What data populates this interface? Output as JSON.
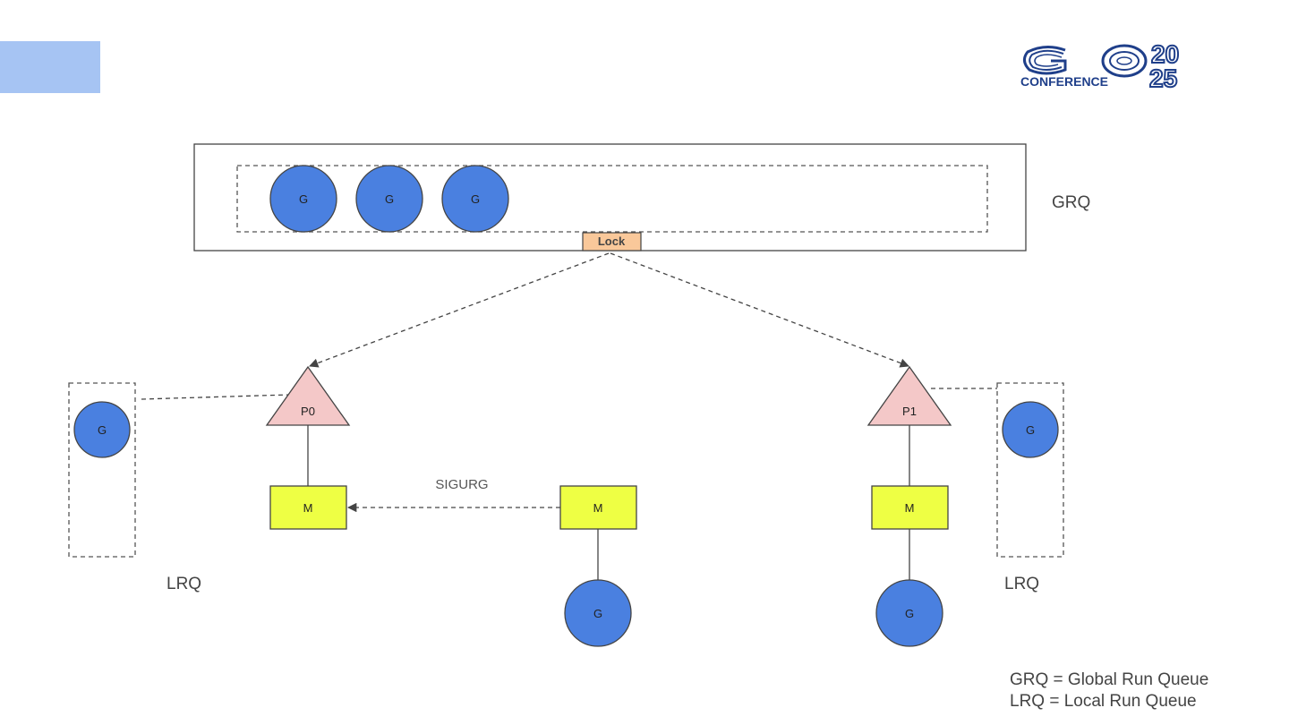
{
  "logo": {
    "word": "GO",
    "year_top": "20",
    "year_bottom": "25",
    "subtitle": "CONFERENCE"
  },
  "colors": {
    "goroutine": "#4a80e0",
    "processor": "#f4c8c8",
    "machine": "#eeff44",
    "lock": "#f9c89a",
    "corner_tab": "#a6c4f3",
    "logo": "#1f3f8a"
  },
  "grq": {
    "label": "GRQ",
    "goroutines": [
      "G",
      "G",
      "G"
    ],
    "lock_label": "Lock"
  },
  "processors": [
    {
      "label": "P0",
      "lrq_label": "LRQ",
      "lrq_goroutine": "G",
      "machine_label": "M"
    },
    {
      "label": "P1",
      "lrq_label": "LRQ",
      "lrq_goroutine": "G",
      "machine_label": "M",
      "running_goroutine": "G"
    }
  ],
  "preempting_thread": {
    "machine_label": "M",
    "goroutine": "G",
    "signal_label": "SIGURG"
  },
  "legend": {
    "line1": "GRQ = Global Run Queue",
    "line2": "LRQ = Local Run Queue"
  }
}
